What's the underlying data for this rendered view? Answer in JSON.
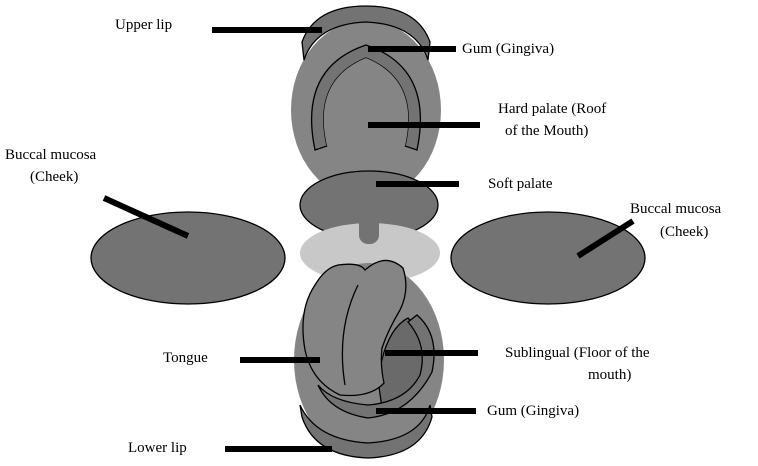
{
  "labels": {
    "upper_lip": "Upper lip",
    "gum_upper": "Gum (Gingiva)",
    "hard_palate_line1": "Hard palate (Roof",
    "hard_palate_line2": "of the Mouth)",
    "buccal_left_line1": "Buccal mucosa",
    "buccal_left_line2": "(Cheek)",
    "soft_palate": "Soft palate",
    "buccal_right_line1": "Buccal mucosa",
    "buccal_right_line2": "(Cheek)",
    "tongue": "Tongue",
    "sublingual_line1": "Sublingual (Floor of the",
    "sublingual_line2": "mouth)",
    "gum_lower": "Gum (Gingiva)",
    "lower_lip": "Lower lip"
  },
  "colors": {
    "tissue_dark": "#737373",
    "tissue_mid": "#858585",
    "tissue_light": "#c8c8c8",
    "floor": "#6a6a6a",
    "leader": "#000000"
  }
}
